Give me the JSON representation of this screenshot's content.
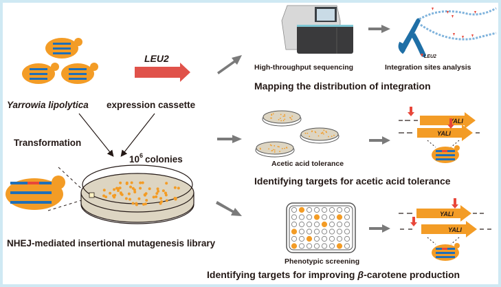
{
  "figure": {
    "yeast_label": "Yarrowia lipolytica",
    "cassette_label": "expression cassette",
    "leu2_label": "LEU2",
    "transformation_label": "Transformation",
    "colonies_base": "10",
    "colonies_exp": "6",
    "colonies_suffix": "colonies",
    "library_label": "NHEJ-mediated insertional mutagenesis library",
    "seq_label": "High-throughput sequencing",
    "sites_label": "Integration sites analysis",
    "chrom_leu2": "LEU2",
    "mapping_title": "Mapping the distribution of integration",
    "acetic_label": "Acetic acid tolerance",
    "acetic_title": "Identifying targets for acetic acid tolerance",
    "screen_label": "Phenotypic screening",
    "carotene_title_pre": "Identifying targets for improving ",
    "carotene_beta": "β",
    "carotene_title_post": "-carotene production",
    "gene_label": "YALI",
    "plate": {
      "rows": 6,
      "cols": 8,
      "hits": [
        [
          0,
          1
        ],
        [
          1,
          3
        ],
        [
          1,
          6
        ],
        [
          2,
          4
        ],
        [
          3,
          0
        ],
        [
          4,
          2
        ],
        [
          5,
          0
        ],
        [
          5,
          6
        ]
      ]
    },
    "colors": {
      "frame": "#cfe9f3",
      "yeast": "#f39c26",
      "dna_bar": "#1f6fb8",
      "insert": "#e8473a",
      "arrow_gray": "#7a7a7a",
      "agar": "#ddd5c2",
      "chromosome": "#1f6fa6"
    }
  }
}
